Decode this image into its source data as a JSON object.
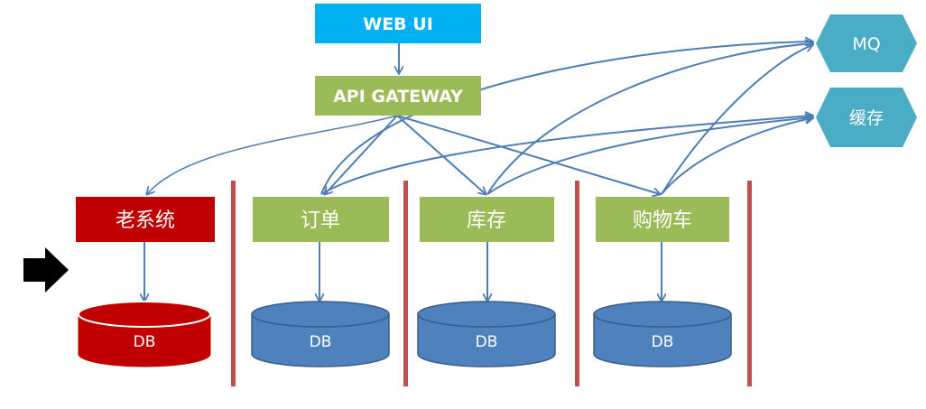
{
  "web_ui": {
    "label": "WEB UI"
  },
  "api_gateway": {
    "label": "API GATEWAY"
  },
  "mq": {
    "label": "MQ"
  },
  "cache": {
    "label": "缓存"
  },
  "legacy": {
    "label": "老系统",
    "db_label": "DB"
  },
  "services": [
    {
      "label": "订单",
      "db_label": "DB"
    },
    {
      "label": "库存",
      "db_label": "DB"
    },
    {
      "label": "购物车",
      "db_label": "DB"
    }
  ],
  "colors": {
    "web_ui": "#00b0f0",
    "gateway_and_services": "#9bbb59",
    "legacy": "#c00000",
    "db": "#4f81bd",
    "hexagon": "#4bacc6",
    "divider": "#c0504d",
    "arrow": "#4f7db8"
  }
}
